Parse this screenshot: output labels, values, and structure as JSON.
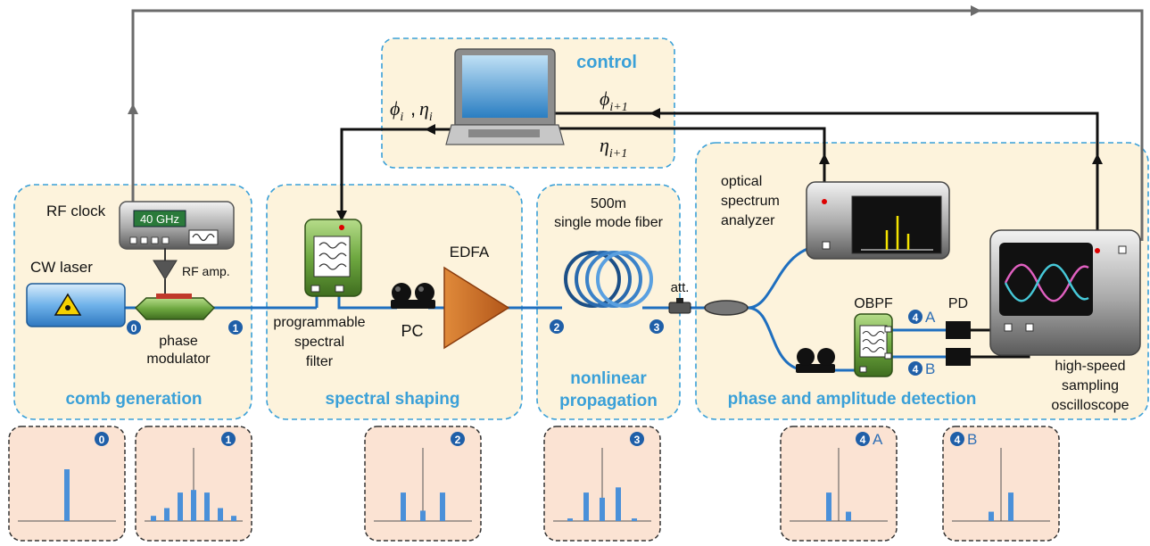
{
  "sections": {
    "control": "control",
    "comb_generation": "comb generation",
    "spectral_shaping": "spectral shaping",
    "nonlinear_propagation_1": "nonlinear",
    "nonlinear_propagation_2": "propagation",
    "detection": "phase and amplitude detection"
  },
  "components": {
    "rf_clock": "RF clock",
    "rf_clock_display": "40 GHz",
    "rf_amp": "RF amp.",
    "cw_laser": "CW laser",
    "phase_modulator_1": "phase",
    "phase_modulator_2": "modulator",
    "psf_1": "programmable",
    "psf_2": "spectral",
    "psf_3": "filter",
    "pc": "PC",
    "edfa": "EDFA",
    "fiber_1": "500m",
    "fiber_2": "single mode fiber",
    "att": "att.",
    "osa_1": "optical",
    "osa_2": "spectrum",
    "osa_3": "analyzer",
    "obpf": "OBPF",
    "pd": "PD",
    "scope_1": "high-speed",
    "scope_2": "sampling",
    "scope_3": "oscilloscope"
  },
  "control_labels": {
    "phi_i": "ϕ",
    "phi_i_sub": "i",
    "eta_i": "η",
    "eta_i_sub": "i",
    "phi_next": "ϕ",
    "phi_next_sub": "i+1",
    "eta_next": "η",
    "eta_next_sub": "i+1"
  },
  "badges": {
    "b0": "0",
    "b1": "1",
    "b2": "2",
    "b3": "3",
    "b4a_num": "4",
    "b4a_letter": "A",
    "b4b_num": "4",
    "b4b_letter": "B"
  },
  "spectra": [
    {
      "badge": "0",
      "letter": "",
      "bars": [
        0,
        0,
        0,
        1.0,
        0,
        0,
        0
      ],
      "carrier_line": false
    },
    {
      "badge": "1",
      "letter": "",
      "bars": [
        0.1,
        0.25,
        0.55,
        0.6,
        0.55,
        0.25,
        0.1
      ],
      "carrier_line": true
    },
    {
      "badge": "2",
      "letter": "",
      "bars": [
        0.55,
        0.2,
        0.55
      ],
      "carrier_line": true
    },
    {
      "badge": "3",
      "letter": "",
      "bars": [
        0.05,
        0.55,
        0.45,
        0.65,
        0.05
      ],
      "carrier_line": true
    },
    {
      "badge": "4",
      "letter": "A",
      "bars": [
        0.55,
        0.18
      ],
      "carrier_line": true
    },
    {
      "badge": "4",
      "letter": "B",
      "bars": [
        0.18,
        0.55
      ],
      "carrier_line": true
    }
  ],
  "colors": {
    "panel_fill": "#fdf3dc",
    "panel_border": "#3aa0d8",
    "fiber": "#1f6fbf",
    "control_line": "#111111",
    "clock_line": "#6b6b6b",
    "spectrum_bar": "#4a90d9",
    "spectrum_bg": "#fbe3d3"
  }
}
